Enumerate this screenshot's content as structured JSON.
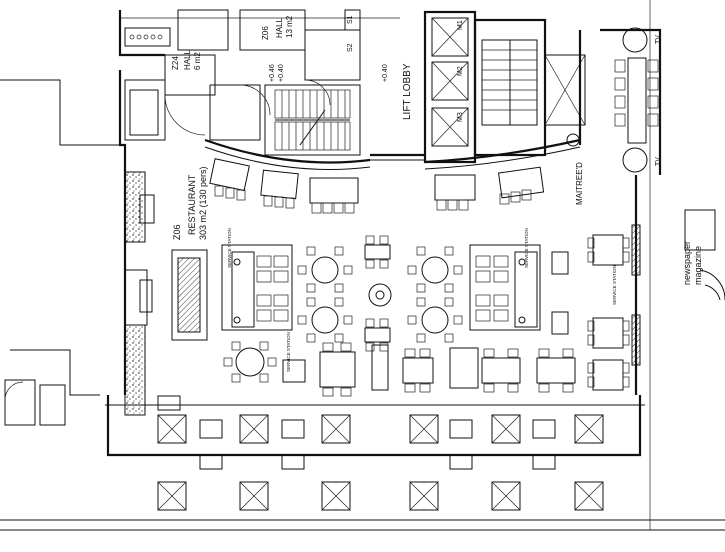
{
  "plan": {
    "restaurant": {
      "code": "Z06",
      "name": "RESTAURANT",
      "area": "303 m2 (130 pers)"
    },
    "hall_z24": {
      "code": "Z24",
      "name": "HALL",
      "area": "6 m2"
    },
    "hall_z06": {
      "code": "Z06",
      "name": "HALL",
      "area": "13 m2"
    },
    "lift_lobby": "LIFT LOBBY",
    "maitre_d": "MAITREE'D",
    "newspaper": "newspaper",
    "magazine": "magazine",
    "service_station": "SERVICE STATION",
    "level_marks": [
      "+0.46",
      "+0.40",
      "+0.40"
    ],
    "lift_marks": [
      "M1",
      "M2",
      "M3"
    ],
    "shaft_marks": [
      "S1",
      "S2"
    ],
    "tv": "TV"
  }
}
